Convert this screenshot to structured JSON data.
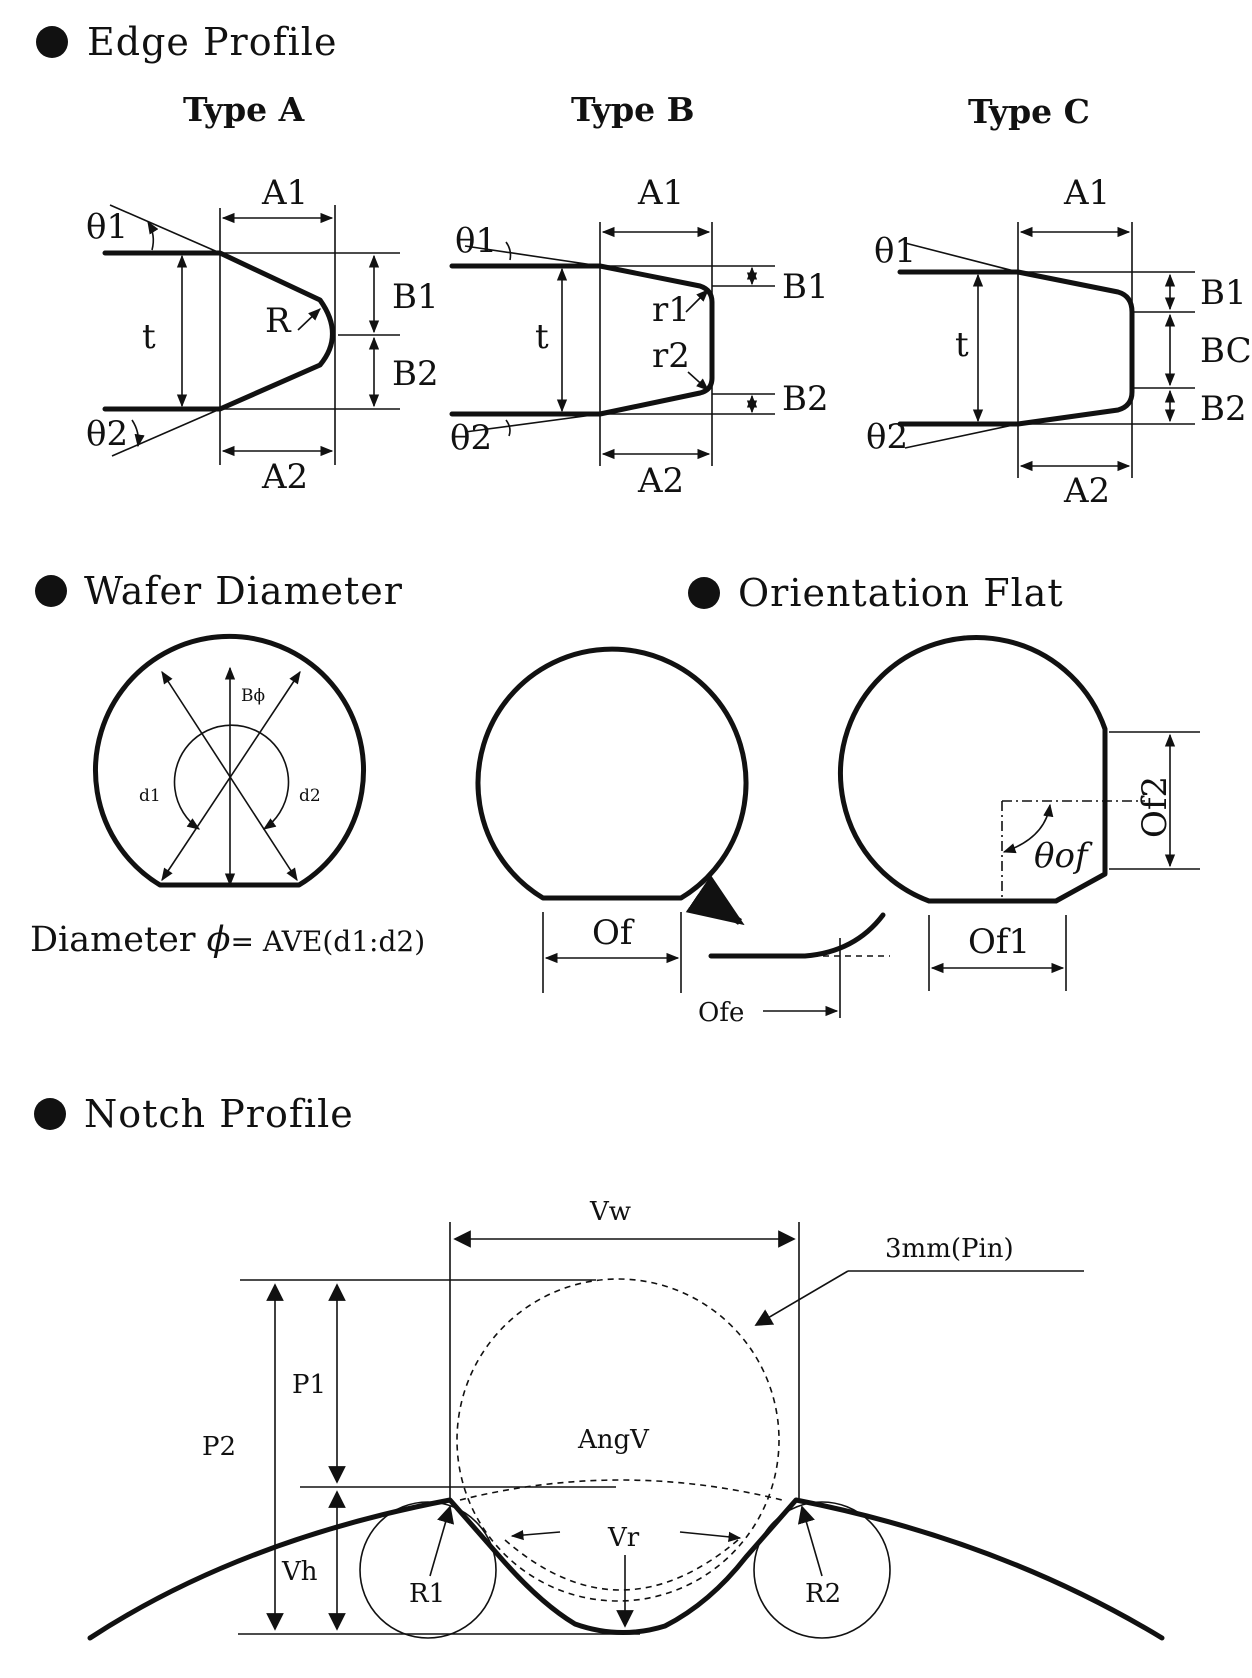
{
  "sections": {
    "edge_profile": "Edge Profile",
    "wafer_diameter": "Wafer Diameter",
    "orientation_flat": "Orientation Flat",
    "notch_profile": "Notch Profile"
  },
  "edge": {
    "type_a": {
      "title": "Type A",
      "labels": {
        "a1": "A1",
        "a2": "A2",
        "t": "t",
        "r": "R",
        "b1": "B1",
        "b2": "B2",
        "theta1": "θ1",
        "theta2": "θ2"
      }
    },
    "type_b": {
      "title": "Type B",
      "labels": {
        "a1": "A1",
        "a2": "A2",
        "t": "t",
        "r1": "r1",
        "r2": "r2",
        "b1": "B1",
        "b2": "B2",
        "theta1": "θ1",
        "theta2": "θ2"
      }
    },
    "type_c": {
      "title": "Type C",
      "labels": {
        "a1": "A1",
        "a2": "A2",
        "t": "t",
        "b1": "B1",
        "bc": "BC",
        "b2": "B2",
        "theta1": "θ1",
        "theta2": "θ2"
      }
    }
  },
  "diameter": {
    "b_phi": "Bϕ",
    "d1": "d1",
    "d2": "d2",
    "formula_prefix": "Diameter ",
    "phi": "ϕ",
    "formula_suffix": "= AVE(d1:d2)"
  },
  "orientation": {
    "of": "Of",
    "of_e": "Ofe",
    "of1": "Of1",
    "of2": "Of2",
    "theta_of": "θof"
  },
  "notch": {
    "vw": "Vw",
    "pin": "3mm(Pin)",
    "p1": "P1",
    "p2": "P2",
    "angv": "AngV",
    "vh": "Vh",
    "vr": "Vr",
    "r1": "R1",
    "r2": "R2"
  }
}
